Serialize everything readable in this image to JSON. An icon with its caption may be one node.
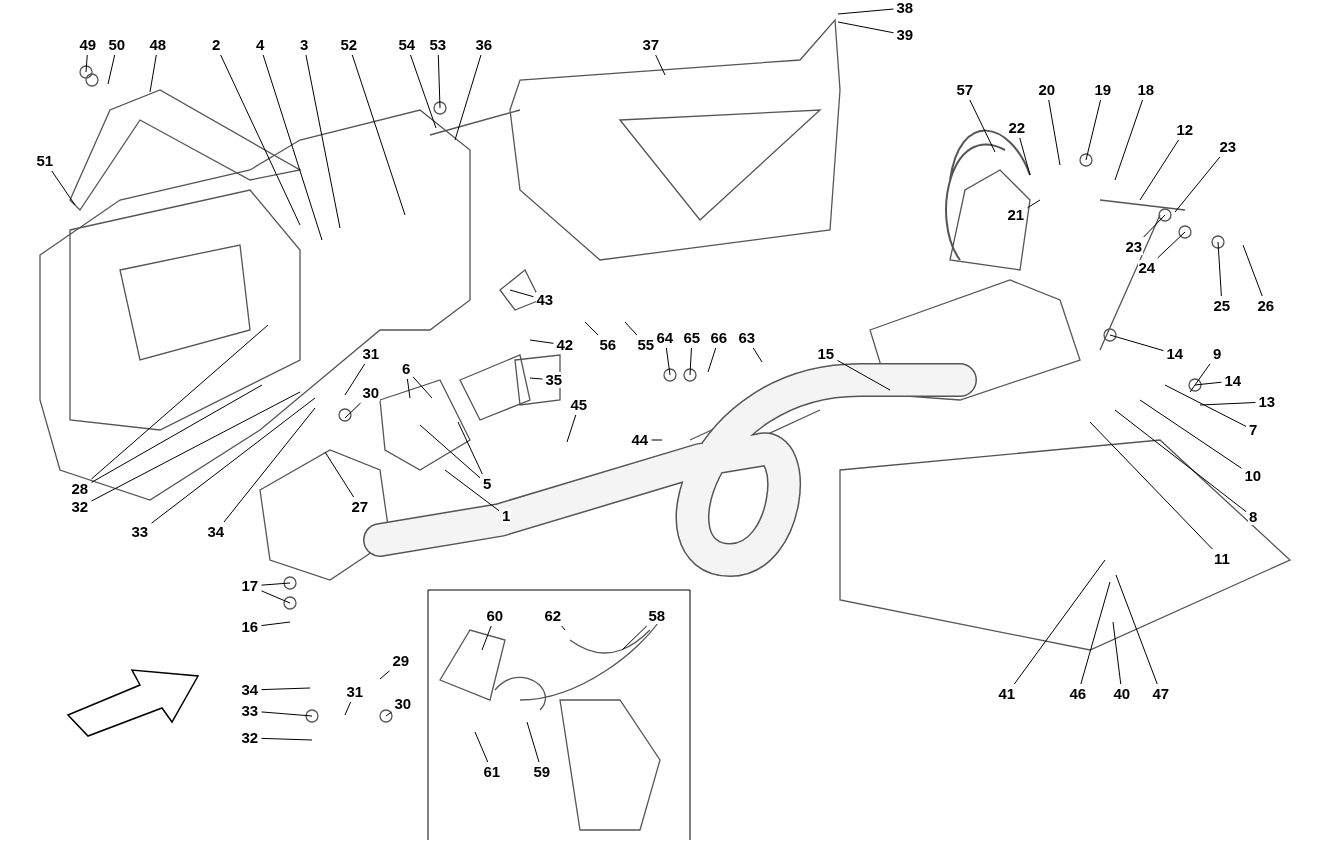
{
  "diagram": {
    "nodes": [
      {
        "text": [
          "49"
        ]
      },
      {
        "text": [
          "50"
        ]
      },
      {
        "text": [
          "48"
        ]
      },
      {
        "text": [
          "2"
        ]
      },
      {
        "text": [
          "4"
        ]
      },
      {
        "text": [
          "3"
        ]
      },
      {
        "text": [
          "52"
        ]
      },
      {
        "text": [
          "54"
        ]
      },
      {
        "text": [
          "53"
        ]
      },
      {
        "text": [
          "36"
        ]
      },
      {
        "text": [
          "37"
        ]
      },
      {
        "text": [
          "38"
        ]
      },
      {
        "text": [
          "39"
        ]
      },
      {
        "text": [
          "57"
        ]
      },
      {
        "text": [
          "20"
        ]
      },
      {
        "text": [
          "19"
        ]
      },
      {
        "text": [
          "18"
        ]
      },
      {
        "text": [
          "22"
        ]
      },
      {
        "text": [
          "12"
        ]
      },
      {
        "text": [
          "23"
        ]
      },
      {
        "text": [
          "51"
        ]
      },
      {
        "text": [
          "21"
        ]
      },
      {
        "text": [
          "23"
        ]
      },
      {
        "text": [
          "24"
        ]
      },
      {
        "text": [
          "25"
        ]
      },
      {
        "text": [
          "26"
        ]
      },
      {
        "text": [
          "43"
        ]
      },
      {
        "text": [
          "64"
        ]
      },
      {
        "text": [
          "65"
        ]
      },
      {
        "text": [
          "66"
        ]
      },
      {
        "text": [
          "63"
        ]
      },
      {
        "text": [
          "42"
        ]
      },
      {
        "text": [
          "56"
        ]
      },
      {
        "text": [
          "55"
        ]
      },
      {
        "text": [
          "15"
        ]
      },
      {
        "text": [
          "14"
        ]
      },
      {
        "text": [
          "9"
        ]
      },
      {
        "text": [
          "31"
        ]
      },
      {
        "text": [
          "6"
        ]
      },
      {
        "text": [
          "35"
        ]
      },
      {
        "text": [
          "14"
        ]
      },
      {
        "text": [
          "13"
        ]
      },
      {
        "text": [
          "30"
        ]
      },
      {
        "text": [
          "45"
        ]
      },
      {
        "text": [
          "7"
        ]
      },
      {
        "text": [
          "44"
        ]
      },
      {
        "text": [
          "10"
        ]
      },
      {
        "text": [
          "5"
        ]
      },
      {
        "text": [
          "28"
        ]
      },
      {
        "text": [
          "32"
        ]
      },
      {
        "text": [
          "27"
        ]
      },
      {
        "text": [
          "1"
        ]
      },
      {
        "text": [
          "8"
        ]
      },
      {
        "text": [
          "33"
        ]
      },
      {
        "text": [
          "34"
        ]
      },
      {
        "text": [
          "11"
        ]
      },
      {
        "text": [
          "17"
        ]
      },
      {
        "text": [
          "60"
        ]
      },
      {
        "text": [
          "62"
        ]
      },
      {
        "text": [
          "58"
        ]
      },
      {
        "text": [
          "16"
        ]
      },
      {
        "text": [
          "29"
        ]
      },
      {
        "text": [
          "34"
        ]
      },
      {
        "text": [
          "31"
        ]
      },
      {
        "text": [
          "41"
        ]
      },
      {
        "text": [
          "46"
        ]
      },
      {
        "text": [
          "40"
        ]
      },
      {
        "text": [
          "47"
        ]
      },
      {
        "text": [
          "30"
        ]
      },
      {
        "text": [
          "33"
        ]
      },
      {
        "text": [
          "32"
        ]
      },
      {
        "text": [
          "61"
        ]
      },
      {
        "text": [
          "59"
        ]
      }
    ],
    "edges": [
      {
        "from": 0,
        "to": null,
        "arrow": "none"
      },
      {
        "from": 1,
        "to": null,
        "arrow": "none"
      },
      {
        "from": 2,
        "to": null,
        "arrow": "none"
      },
      {
        "from": 3,
        "to": null,
        "arrow": "none"
      },
      {
        "from": 4,
        "to": null,
        "arrow": "none"
      },
      {
        "from": 5,
        "to": null,
        "arrow": "none"
      },
      {
        "from": 6,
        "to": null,
        "arrow": "none"
      },
      {
        "from": 7,
        "to": null,
        "arrow": "none"
      },
      {
        "from": 8,
        "to": null,
        "arrow": "none"
      },
      {
        "from": 9,
        "to": null,
        "arrow": "none"
      },
      {
        "from": 10,
        "to": null,
        "arrow": "none"
      },
      {
        "from": 11,
        "to": null,
        "arrow": "none"
      },
      {
        "from": 12,
        "to": null,
        "arrow": "none"
      },
      {
        "from": 13,
        "to": null,
        "arrow": "none"
      },
      {
        "from": 14,
        "to": null,
        "arrow": "none"
      },
      {
        "from": 15,
        "to": null,
        "arrow": "none"
      },
      {
        "from": 16,
        "to": null,
        "arrow": "none"
      },
      {
        "from": 17,
        "to": null,
        "arrow": "none"
      },
      {
        "from": 18,
        "to": null,
        "arrow": "none"
      },
      {
        "from": 19,
        "to": null,
        "arrow": "none"
      },
      {
        "from": 20,
        "to": null,
        "arrow": "none"
      },
      {
        "from": 21,
        "to": null,
        "arrow": "none"
      },
      {
        "from": 22,
        "to": null,
        "arrow": "none"
      },
      {
        "from": 23,
        "to": null,
        "arrow": "none"
      },
      {
        "from": 24,
        "to": null,
        "arrow": "none"
      },
      {
        "from": 25,
        "to": null,
        "arrow": "none"
      },
      {
        "from": 26,
        "to": null,
        "arrow": "none"
      },
      {
        "from": 27,
        "to": null,
        "arrow": "none"
      },
      {
        "from": 28,
        "to": null,
        "arrow": "none"
      },
      {
        "from": 29,
        "to": null,
        "arrow": "none"
      },
      {
        "from": 30,
        "to": null,
        "arrow": "none"
      },
      {
        "from": 31,
        "to": null,
        "arrow": "none"
      },
      {
        "from": 32,
        "to": null,
        "arrow": "none"
      },
      {
        "from": 33,
        "to": null,
        "arrow": "none"
      },
      {
        "from": 34,
        "to": null,
        "arrow": "none"
      },
      {
        "from": 35,
        "to": null,
        "arrow": "none"
      },
      {
        "from": 36,
        "to": null,
        "arrow": "none"
      },
      {
        "from": 37,
        "to": null,
        "arrow": "none"
      },
      {
        "from": 38,
        "to": null,
        "arrow": "none"
      },
      {
        "from": 38,
        "to": null,
        "arrow": "none"
      },
      {
        "from": 39,
        "to": null,
        "arrow": "none"
      },
      {
        "from": 40,
        "to": null,
        "arrow": "none"
      },
      {
        "from": 41,
        "to": null,
        "arrow": "none"
      },
      {
        "from": 42,
        "to": null,
        "arrow": "none"
      },
      {
        "from": 43,
        "to": null,
        "arrow": "none"
      },
      {
        "from": 44,
        "to": null,
        "arrow": "none"
      },
      {
        "from": 45,
        "to": null,
        "arrow": "none"
      },
      {
        "from": 46,
        "to": null,
        "arrow": "none"
      },
      {
        "from": 47,
        "to": null,
        "arrow": "none"
      },
      {
        "from": 47,
        "to": null,
        "arrow": "none"
      },
      {
        "from": 48,
        "to": null,
        "arrow": "none"
      },
      {
        "from": 48,
        "to": null,
        "arrow": "none"
      },
      {
        "from": 49,
        "to": null,
        "arrow": "none"
      },
      {
        "from": 50,
        "to": null,
        "arrow": "none"
      },
      {
        "from": 51,
        "to": null,
        "arrow": "none"
      },
      {
        "from": 52,
        "to": null,
        "arrow": "none"
      },
      {
        "from": 53,
        "to": null,
        "arrow": "none"
      },
      {
        "from": 54,
        "to": null,
        "arrow": "none"
      },
      {
        "from": 55,
        "to": null,
        "arrow": "none"
      },
      {
        "from": 56,
        "to": null,
        "arrow": "none"
      },
      {
        "from": 56,
        "to": null,
        "arrow": "none"
      },
      {
        "from": 57,
        "to": null,
        "arrow": "none"
      },
      {
        "from": 58,
        "to": null,
        "arrow": "none"
      },
      {
        "from": 59,
        "to": null,
        "arrow": "none"
      },
      {
        "from": 60,
        "to": null,
        "arrow": "none"
      },
      {
        "from": 61,
        "to": null,
        "arrow": "none"
      },
      {
        "from": 62,
        "to": null,
        "arrow": "none"
      },
      {
        "from": 63,
        "to": null,
        "arrow": "none"
      },
      {
        "from": 64,
        "to": null,
        "arrow": "none"
      },
      {
        "from": 65,
        "to": null,
        "arrow": "none"
      },
      {
        "from": 66,
        "to": null,
        "arrow": "none"
      },
      {
        "from": 67,
        "to": null,
        "arrow": "none"
      },
      {
        "from": 68,
        "to": null,
        "arrow": "none"
      },
      {
        "from": 69,
        "to": null,
        "arrow": "none"
      },
      {
        "from": 70,
        "to": null,
        "arrow": "none"
      },
      {
        "from": 71,
        "to": null,
        "arrow": "none"
      },
      {
        "from": 72,
        "to": null,
        "arrow": "none"
      }
    ]
  }
}
